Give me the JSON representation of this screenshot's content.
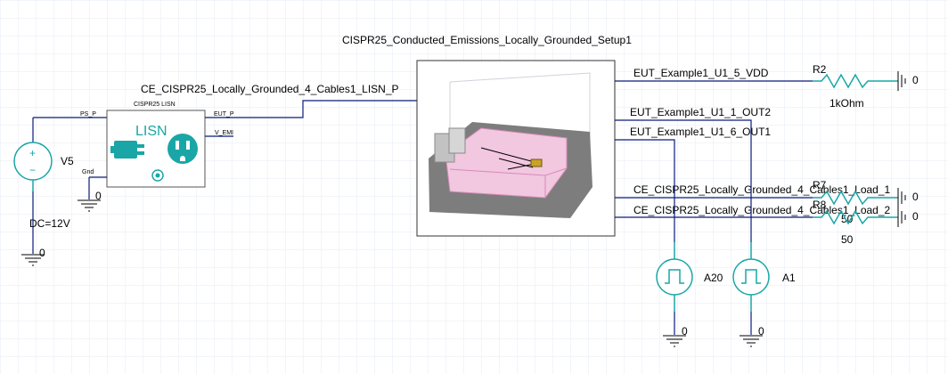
{
  "schematic_title": "CISPR25_Conducted_Emissions_Locally_Grounded_Setup1",
  "lisn": {
    "net_label": "CE_CISPR25_Locally_Grounded_4_Cables1_LISN_P",
    "header": "CISPR25 LISN",
    "title": "LISN",
    "pin_ps_p": "PS_P",
    "pin_gnd": "Gnd",
    "pin_eut_p": "EUT_P",
    "pin_v_emi": "V_EMI",
    "ground_label": "0"
  },
  "source": {
    "name": "V5",
    "value": "DC=12V",
    "plus": "+",
    "minus": "−",
    "ground_label": "0"
  },
  "nets": {
    "vdd": "EUT_Example1_U1_5_VDD",
    "out2": "EUT_Example1_U1_1_OUT2",
    "out1": "EUT_Example1_U1_6_OUT1",
    "load1": "CE_CISPR25_Locally_Grounded_4_Cables1_Load_1",
    "load2": "CE_CISPR25_Locally_Grounded_4_Cables1_Load_2"
  },
  "resistors": [
    {
      "name": "R2",
      "value": "1kOhm"
    },
    {
      "name": "R7",
      "value": "50"
    },
    {
      "name": "R8",
      "value": "50"
    }
  ],
  "probes": [
    {
      "name": "A20",
      "ground_label": "0"
    },
    {
      "name": "A1",
      "ground_label": "0"
    }
  ]
}
